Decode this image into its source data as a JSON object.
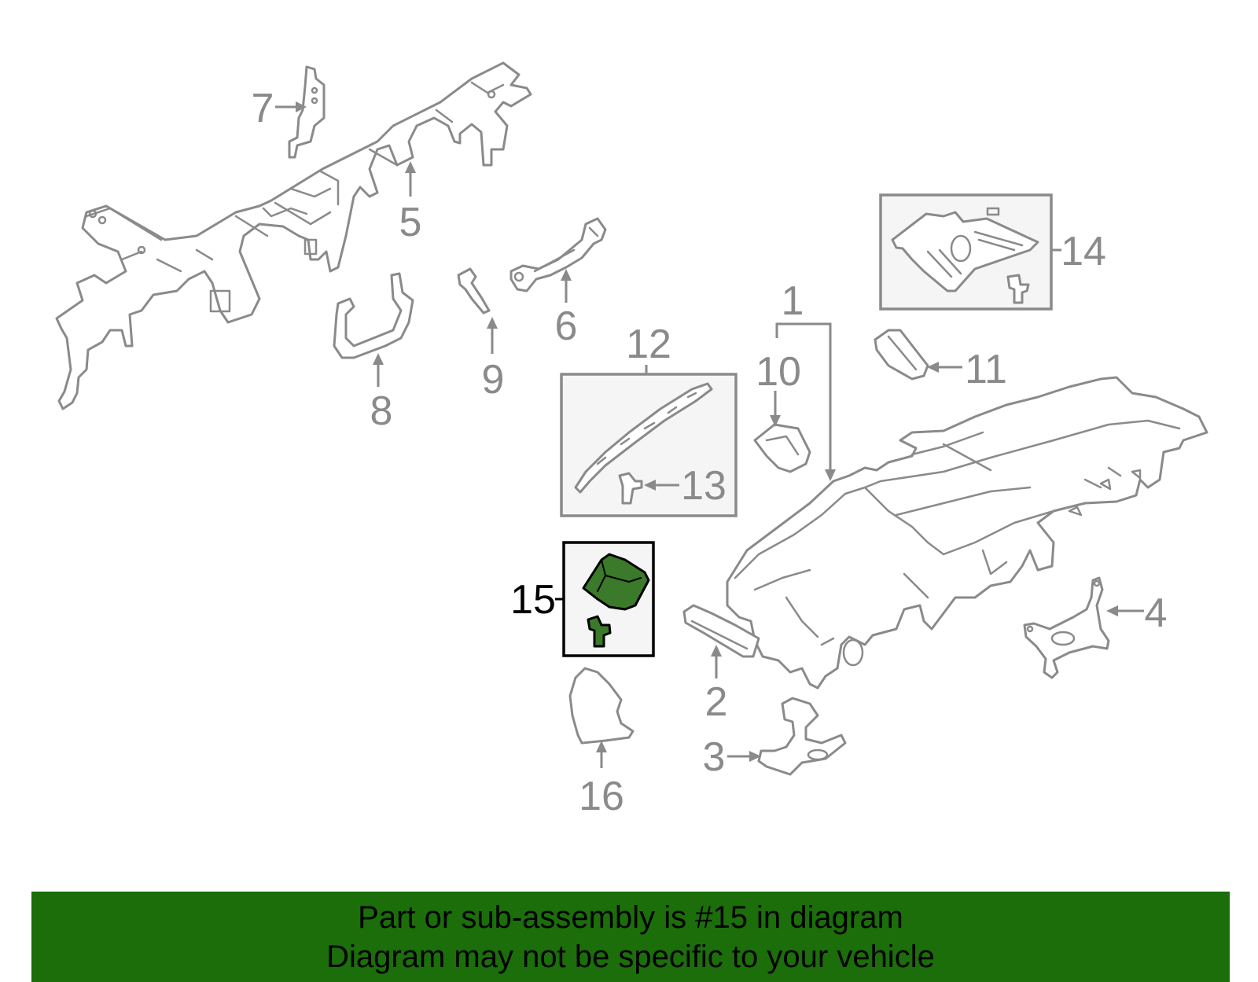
{
  "callouts": {
    "c1": "1",
    "c2": "2",
    "c3": "3",
    "c4": "4",
    "c5": "5",
    "c6": "6",
    "c7": "7",
    "c8": "8",
    "c9": "9",
    "c10": "10",
    "c11": "11",
    "c12": "12",
    "c13": "13",
    "c14": "14",
    "c15": "15",
    "c16": "16"
  },
  "highlighted_part": "15",
  "colors": {
    "highlight_fill": "#3a7a2a",
    "banner_background": "#1b6e0a",
    "line_art": "#8a8a8a"
  },
  "banner": {
    "line1": "Part or sub-assembly is #15 in diagram",
    "line2": "Diagram may not be specific to your vehicle"
  }
}
